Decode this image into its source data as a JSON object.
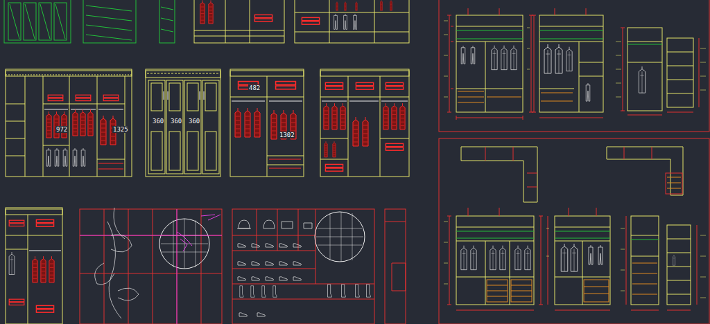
{
  "diagram": {
    "labels": [
      "972",
      "1325",
      "360",
      "360",
      "360",
      "482",
      "1302"
    ]
  }
}
